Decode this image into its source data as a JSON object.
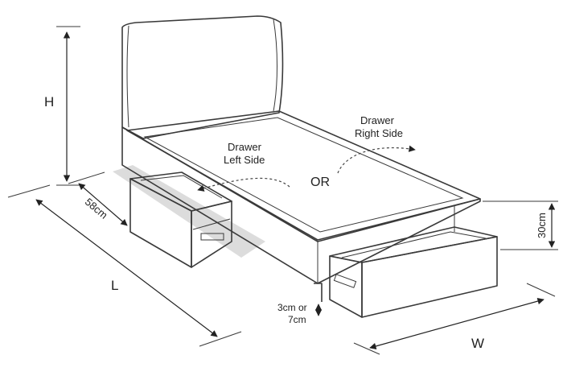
{
  "labels": {
    "height": "H",
    "length": "L",
    "width": "W",
    "depth_58": "58cm",
    "drawer_height": "30cm",
    "clearance_line1": "3cm or",
    "clearance_line2": "7cm",
    "drawer_left_line1": "Drawer",
    "drawer_left_line2": "Left Side",
    "drawer_right_line1": "Drawer",
    "drawer_right_line2": "Right Side",
    "or": "OR"
  },
  "colors": {
    "line": "#3a3a3a",
    "headboard_fill": "#f1f1f1",
    "mattress_fill": "#f7f7f7",
    "shadow": "#d9d9d9"
  }
}
